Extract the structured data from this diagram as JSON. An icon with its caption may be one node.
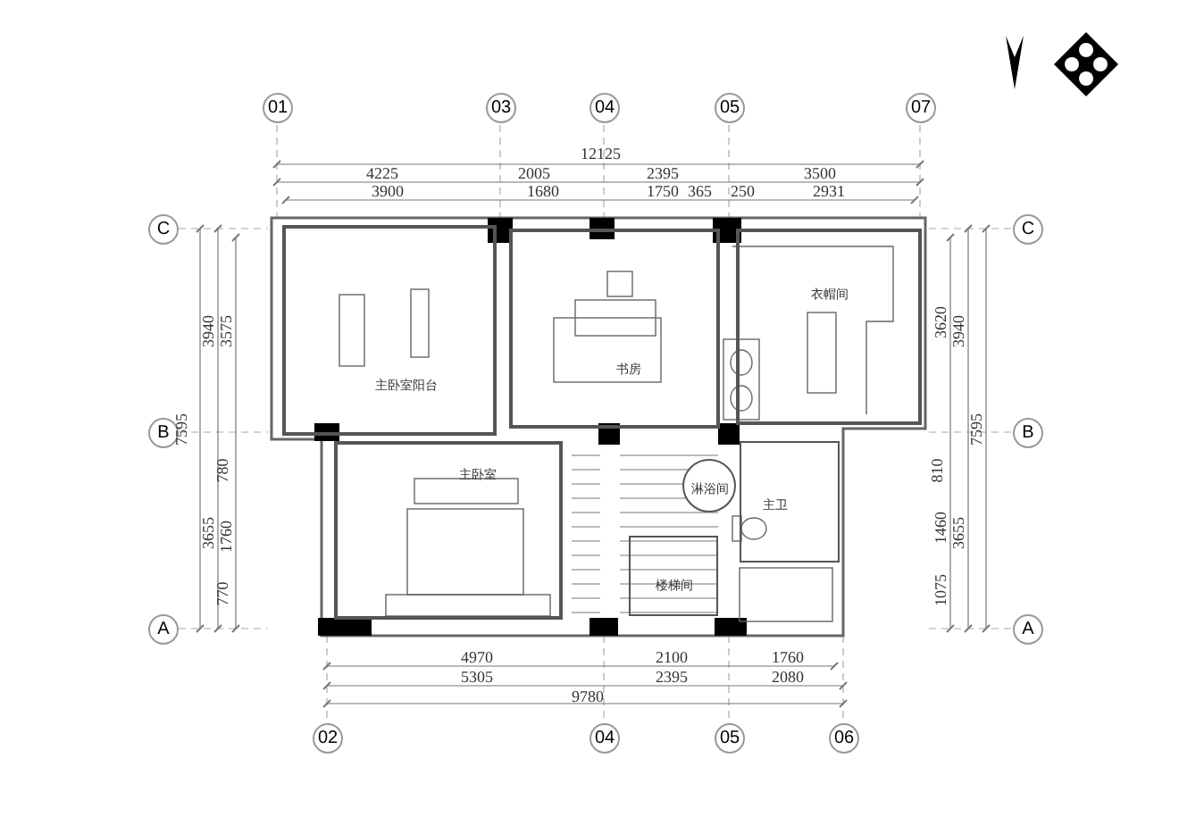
{
  "diagram": {
    "nodes": [
      {
        "text": [
          "主卧室阳台"
        ]
      },
      {
        "text": [
          "书房"
        ]
      },
      {
        "text": [
          "衣帽间"
        ]
      },
      {
        "text": [
          "主卧室"
        ]
      },
      {
        "text": [
          "淋浴间"
        ]
      },
      {
        "text": [
          "主卫"
        ]
      },
      {
        "text": [
          "楼梯间"
        ]
      }
    ],
    "edges": [],
    "labels": [
      "01",
      "03",
      "04",
      "05",
      "07",
      "12125",
      "4225",
      "2005",
      "2395",
      "3500",
      "3900",
      "1680",
      "1750",
      "365",
      "250",
      "2931",
      "C",
      "C",
      "B",
      "B",
      "A",
      "A",
      "7595",
      "3940",
      "3575",
      "3655",
      "780",
      "1760",
      "770",
      "3620",
      "3940",
      "810",
      "1460",
      "3655",
      "1075",
      "7595",
      "4970",
      "2100",
      "1760",
      "5305",
      "2395",
      "2080",
      "9780",
      "02",
      "04",
      "05",
      "06"
    ]
  }
}
